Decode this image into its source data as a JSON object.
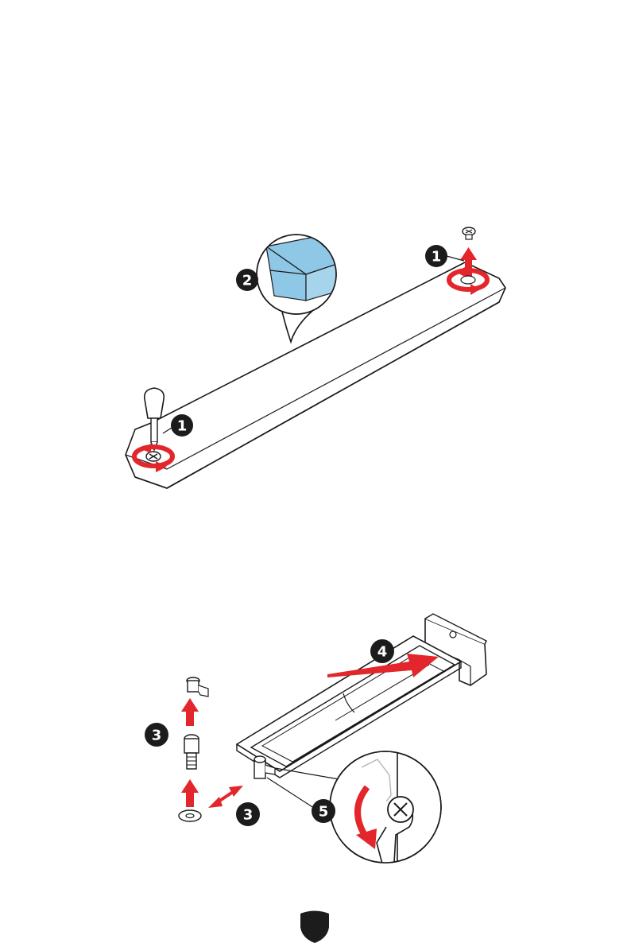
{
  "page": {
    "number": ""
  },
  "colors": {
    "accent_red": "#e3262b",
    "pad_blue": "#8ec8e6",
    "line": "#1a1a1a",
    "badge": "#1c1c1c"
  },
  "steps": {
    "top": {
      "step1_right": "1",
      "step2": "2",
      "step1_left": "1"
    },
    "bottom": {
      "step4": "4",
      "step3_upper": "3",
      "step3_lower": "3",
      "step5": "5"
    }
  },
  "icons": [
    "screw-icon",
    "screwdriver-icon",
    "rotate-arrow-icon",
    "up-arrow-icon",
    "double-arrow-icon",
    "insert-arrow-icon",
    "thermal-pad-icon",
    "standoff-icon",
    "washer-icon",
    "latch-icon"
  ]
}
